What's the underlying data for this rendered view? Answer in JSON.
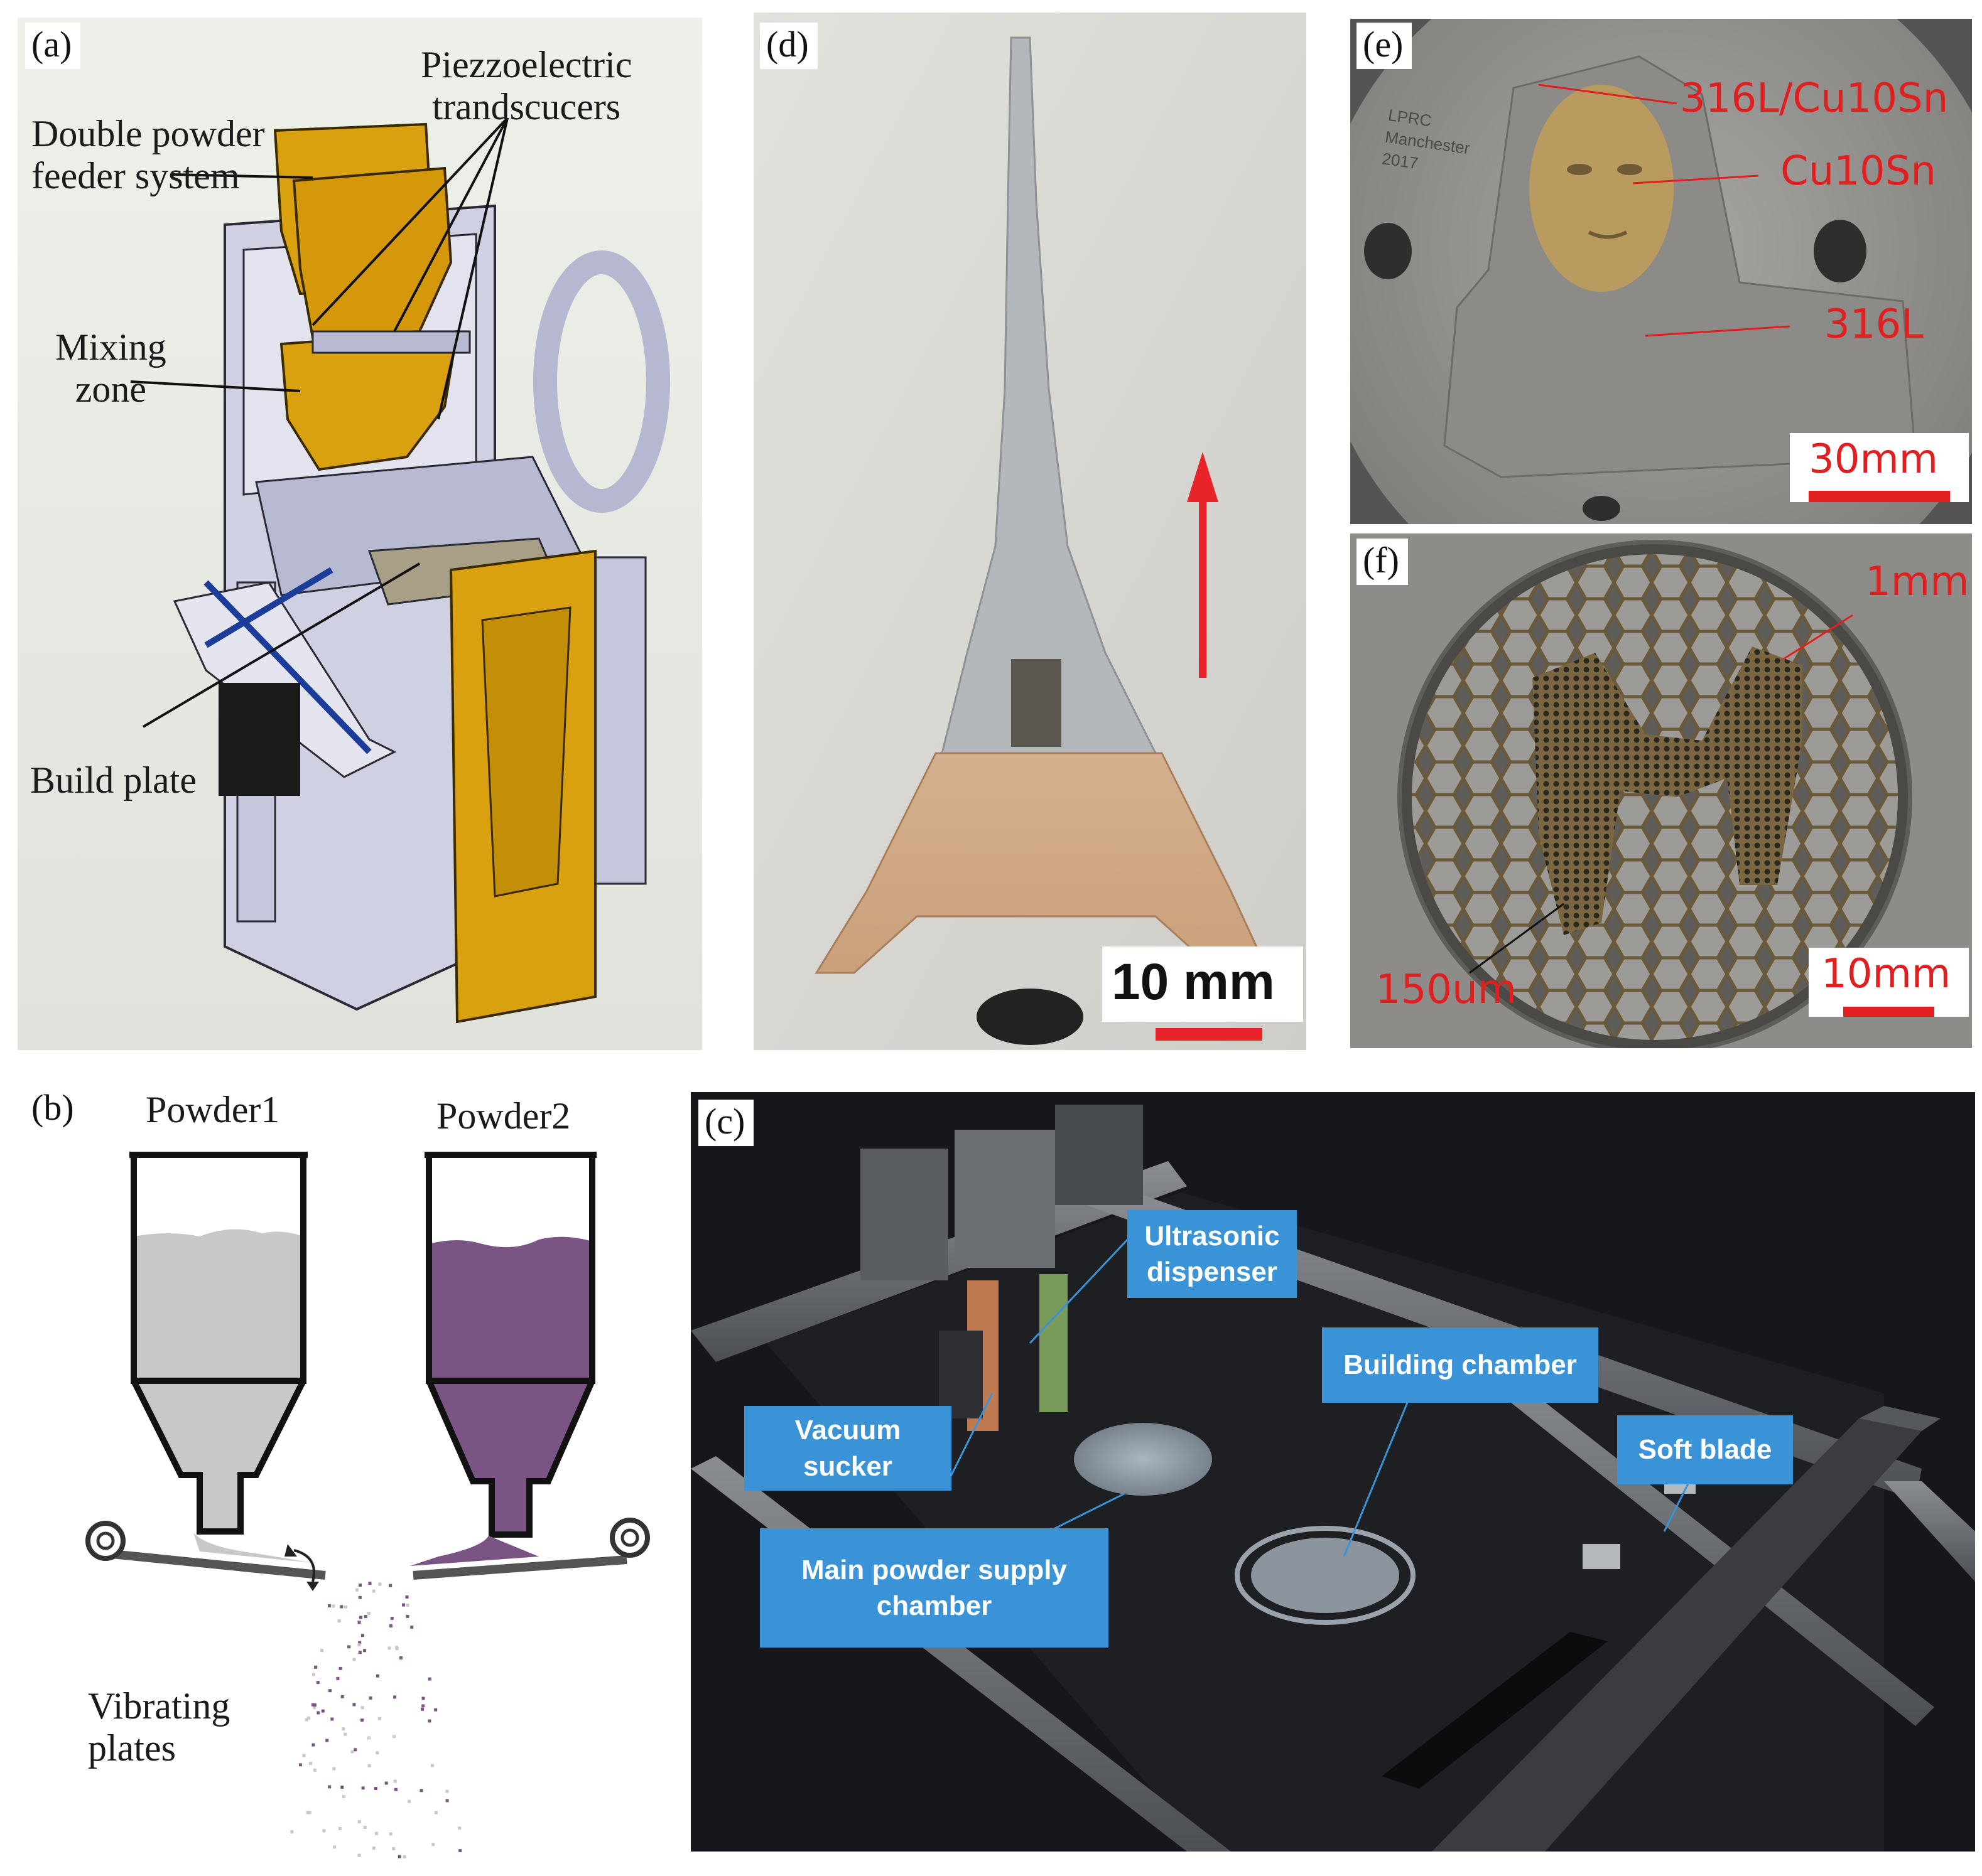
{
  "panel_a": {
    "tag": "(a)",
    "labels": {
      "double_feeder": "Double powder\nfeeder system",
      "piezo": "Piezzoelectric\ntrandscucers",
      "mixing_zone": "Mixing\nzone",
      "build_plate": "Build plate"
    }
  },
  "panel_b": {
    "tag": "(b)",
    "powder1": "Powder1",
    "powder2": "Powder2",
    "vibrating_plates": "Vibrating\nplates",
    "colors": {
      "powder1": "#c8c8c8",
      "powder2": "#7a5584"
    }
  },
  "panel_c": {
    "tag": "(c)",
    "labels": {
      "ultrasonic": "Ultrasonic\ndispenser",
      "vacuum": "Vacuum\nsucker",
      "building": "Building chamber",
      "soft_blade": "Soft blade",
      "main_supply": "Main powder supply\nchamber"
    },
    "colors": {
      "label_bg": "#3a93d6"
    }
  },
  "panel_d": {
    "tag": "(d)",
    "scale": "10 mm"
  },
  "panel_e": {
    "tag": "(e)",
    "engraving": "LPRC\nManchester\n2017",
    "labels": {
      "top": "316L/Cu10Sn",
      "face": "Cu10Sn",
      "body": "316L"
    },
    "scale": "30mm"
  },
  "panel_f": {
    "tag": "(f)",
    "labels": {
      "big_cell": "1mm",
      "small_cell": "150um"
    },
    "scale": "10mm"
  }
}
